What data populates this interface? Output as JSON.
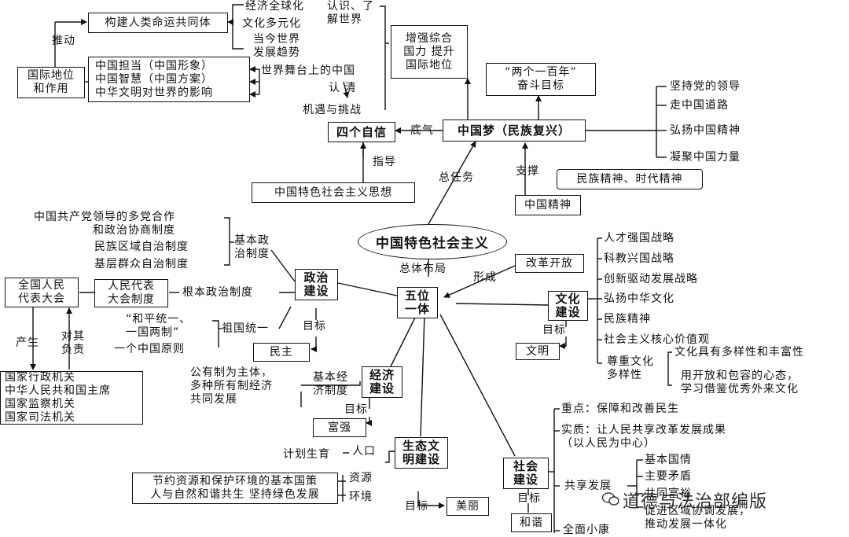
{
  "center": "中国特色社会主义",
  "zong_ti_bu_ju": "总体布局",
  "wu_wei_yi_ti": "五位\n一体",
  "gai_ge_kai_fang": "改革开放",
  "xing_cheng": "形成",
  "zong_ren_wu": "总任务",
  "china_dream": "中国梦（民族复兴）",
  "liang_ge_yi_bai_nian": "“两个一百年”\n奋斗目标",
  "dream_items": [
    "坚持党的领导",
    "走中国道路",
    "弘扬中国精神",
    "凝聚中国力量"
  ],
  "zhi_cheng": "支撑",
  "china_spirit": "中国精神",
  "spirit_detail": "民族精神、时代精神",
  "di_qi": "底气",
  "si_ge_zi_xin": "四个自信",
  "zhi_dao": "指导",
  "thought": "中国特色社会主义思想",
  "zeng_qiang": "增强综合\n国力 提升\n国际地位",
  "ji_yu_tiao_zhan": "机遇与挑战",
  "ren_qing": "认 清",
  "world_stage": "世界舞台上的中国",
  "china_roles": [
    "中国担当（中国形象）",
    "中国智慧（中国方案）",
    "中华文明对世界的影响"
  ],
  "intl_status": "国际地位\n和作用",
  "tui_dong": "推动",
  "community": "构建人类命运共同体",
  "world_trends": [
    "经济全球化",
    "文化多元化",
    "当今世界\n发展趋势"
  ],
  "ren_shi": "认识、了\n解世界",
  "politics": "政治\n建设",
  "pol_parties": "中国共产党领导的多党合作\n和政治协商制度",
  "pol_ethnic": "民族区域自治制度",
  "pol_grassroots": "基层群众自治制度",
  "basic_political": "基本政\n治制度",
  "root_political": "根本政治制度",
  "npc_system": "人民代表\n大会制度",
  "npc": "全国人民\n代表大会",
  "chan_sheng": "产生",
  "dui_qi_fu_ze": "对其\n负责",
  "state_organs": "国家行政机关\n中华人民共和国主席\n国家监察机关\n国家司法机关",
  "he_ping_tong_yi": "“和平统一、\n一国两制”",
  "zu_guo_tong_yi": "祖国统一",
  "one_china": "一个中国原则",
  "mu_biao": "目标",
  "min_zhu": "民主",
  "economy": "经济\n建设",
  "basic_economic": "基本经\n济制度",
  "ownership": "公有制为主体，\n多种所有制经济\n共同发展",
  "fu_qiang": "富强",
  "ecology": "生态文\n明建设",
  "ren_kou": "人口",
  "ji_hua_sheng_yu": "计划生育",
  "zi_yuan": "资源",
  "huan_jing": "环境",
  "resource_policy": "节约资源和保护环境的基本国策\n人与自然和谐共生 坚持绿色发展",
  "mei_li": "美丽",
  "culture": "文化\n建设",
  "wen_ming": "文明",
  "culture_items": [
    "人才强国战略",
    "科教兴国战略",
    "创新驱动发展战略",
    "弘扬中华文化",
    "民族精神",
    "社会主义核心价值观"
  ],
  "respect_culture": "尊重文化\n多样性",
  "culture_diverse": "文化具有多样性和丰富性",
  "culture_open": "用开放和包容的心态，\n学习借鉴优秀外来文化",
  "society": "社会\n建设",
  "he_xie": "和谐",
  "zhong_dian": "重点：保障和改善民生",
  "shi_zhi": "实质：让人民共享改革发展成果\n（以人民为中心）",
  "gong_xiang": "共享发展",
  "share_items": [
    "基本国情",
    "主要矛盾",
    "共同富裕",
    "促进区域协调发展，\n推动发展一体化"
  ],
  "quan_mian_xiao_kang": "全面小康",
  "watermark": "道德与法治部编版",
  "colors": {
    "line": "#111111",
    "bg": "#ffffff"
  }
}
